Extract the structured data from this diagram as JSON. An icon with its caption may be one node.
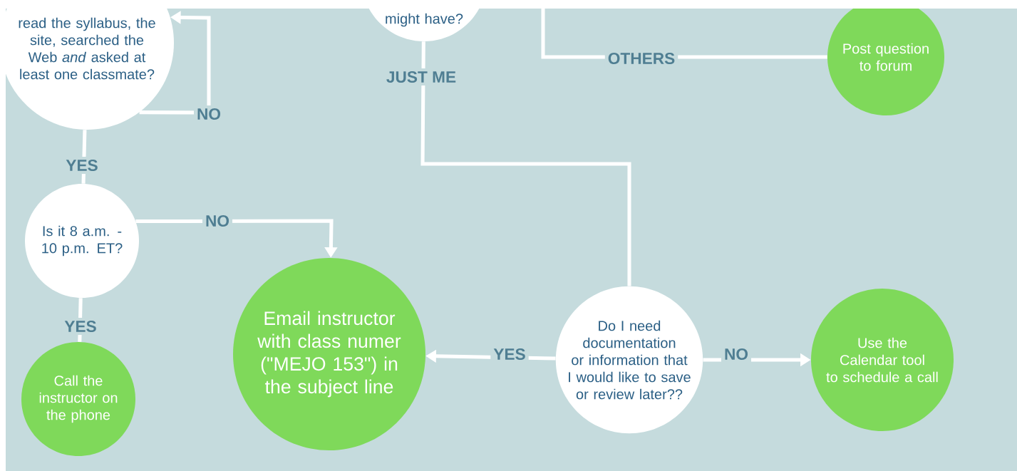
{
  "diagram": {
    "nodes": [
      {
        "text": [
          "read the syllabus, the site, searched the Web *and* asked at least one classmate?"
        ]
      },
      {
        "text": [
          "might have?"
        ]
      },
      {
        "text": [
          "Post question to forum"
        ]
      },
      {
        "text": [
          "Is it 8 a.m. - 10 p.m. ET?"
        ]
      },
      {
        "text": [
          "Call the instructor on the phone"
        ]
      },
      {
        "text": [
          "Email instructor with class numer (\"MEJO 153\") in the subject line"
        ]
      },
      {
        "text": [
          "Do I need documentation or information that I would like to save or review later??"
        ]
      },
      {
        "text": [
          "Use the Calendar tool to schedule a call"
        ]
      }
    ],
    "edges": [
      {
        "from": 0,
        "to": 0,
        "arrow": "to",
        "label": "NO"
      },
      {
        "from": 0,
        "to": 3,
        "arrow": "none",
        "label": "YES"
      },
      {
        "from": 3,
        "to": 5,
        "arrow": "to",
        "label": "NO"
      },
      {
        "from": 3,
        "to": 4,
        "arrow": "none",
        "label": "YES"
      },
      {
        "from": null,
        "to": 2,
        "arrow": "none",
        "label": "OTHERS"
      },
      {
        "from": 1,
        "to": 6,
        "arrow": "none",
        "label": "JUST ME"
      },
      {
        "from": 6,
        "to": 5,
        "arrow": "to",
        "label": "YES"
      },
      {
        "from": 6,
        "to": 7,
        "arrow": "to",
        "label": "NO"
      }
    ]
  }
}
